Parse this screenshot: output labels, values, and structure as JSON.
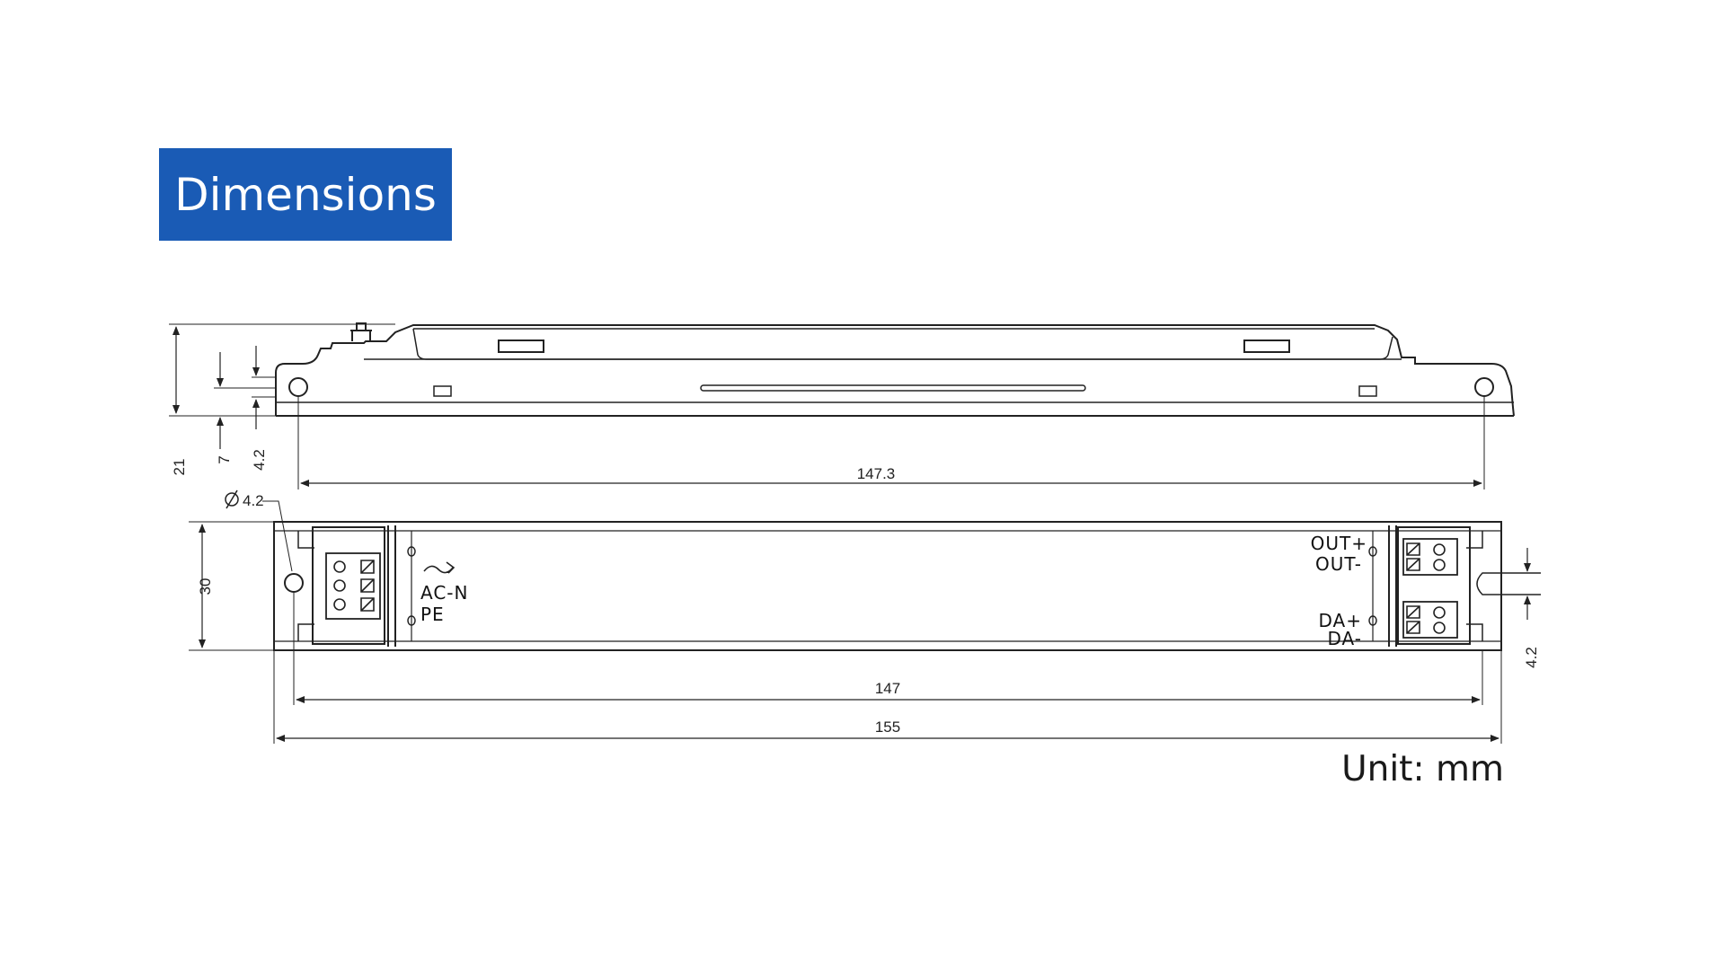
{
  "header": {
    "title": "Dimensions"
  },
  "footer": {
    "unit_label": "Unit: mm"
  },
  "side_view": {
    "dims": {
      "height_total": "21",
      "height_mid": "7",
      "height_tab": "4.2",
      "hole_span": "147.3"
    }
  },
  "top_view": {
    "hole_label": "4.2",
    "dims": {
      "width": "30",
      "hole_span": "147",
      "length": "155",
      "right_offset": "4.2"
    },
    "input_terminal": {
      "line1": "AC-N",
      "line2": "PE"
    },
    "output_terminal": {
      "out_pos": "OUT+",
      "out_neg": "OUT-"
    },
    "dali_terminal": {
      "da_pos": "DA+",
      "da_neg": "DA-"
    }
  },
  "colors": {
    "banner": "#1a5bb5",
    "line": "#222222"
  }
}
